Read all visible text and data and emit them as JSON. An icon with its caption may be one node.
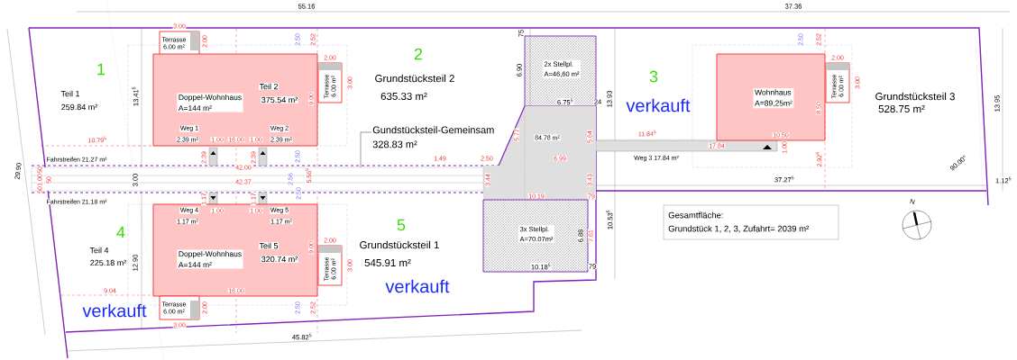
{
  "diagram": {
    "nodes": [
      {
        "text": [
          "Terrasse",
          "6.00 m²"
        ]
      },
      {
        "text": [
          "Doppel-Wohnhaus",
          "A=144 m²"
        ]
      },
      {
        "text": [
          "Terrasse",
          "6.00 m²"
        ]
      },
      {
        "text": [
          "Doppel-Wohnhaus",
          "A=144 m²"
        ]
      },
      {
        "text": [
          "Terrasse",
          "6.00 m²"
        ]
      },
      {
        "text": [
          "Terrasse",
          "6.00 m²"
        ]
      },
      {
        "text": [
          "2x Stellpl.",
          "A=46,60 m²"
        ]
      },
      {
        "text": [
          "84.78 m²"
        ]
      },
      {
        "text": [
          "3x Stellpl.",
          "A=70.07m²"
        ]
      },
      {
        "text": [
          "Wohnhaus",
          "A=89,25m²"
        ]
      },
      {
        "text": [
          "Terrasse",
          "6.00 m²"
        ]
      },
      {
        "text": [
          "Gundstücksteil-Gemeinsam",
          "328.83 m²"
        ]
      },
      {
        "text": [],
        "shape": "bar"
      },
      {
        "text": [
          "Gesamtfläche:",
          "Grundstück 1, 2, 3, Zufahrt= 2039 m²"
        ]
      }
    ],
    "edges": [
      {
        "from": 11,
        "to": 12,
        "arrow": "none"
      }
    ],
    "labels": [
      "55.16",
      "37.36",
      "3.00",
      "2.00",
      "2.50",
      "2.52",
      "75",
      "2.50",
      "2.52",
      "1",
      "2",
      "2.00",
      "2.00",
      "Teil 1",
      "259.84 m²",
      "13.41$^{5}$",
      "Teil 2",
      "375.54 m²",
      "9.00",
      "3.00",
      "Grundstücksteil 2",
      "635.33 m²",
      "6.90",
      "6.75$^{5}$",
      "24",
      "13.93",
      "3",
      "verkauft",
      "3.00",
      "8.50",
      "Grundstücksteil 3",
      "528.75 m²",
      "13.95",
      "Weg 1",
      "Weg 2",
      "10.79$^{5}$",
      "2.39 m²",
      "1.00",
      "16.00",
      "1.00",
      "2.39 m²",
      "5.77",
      "5.64",
      "11.84$^{5}$",
      "10.50",
      "Fahrstreifen 21.27 m²",
      "1.49",
      "2.50",
      "6.99",
      "17.84",
      "1.00",
      "Weg 3 17.84 m²",
      "2.39",
      "2.39",
      "2.50",
      "2.92$^{6}$",
      "90.00°",
      "42.00",
      "50",
      "1.00",
      "50",
      "50",
      "3.00",
      "42.37",
      "2.56",
      "5.56$^{5}$",
      "3.44",
      "3.43",
      "37.27$^{5}$",
      "1.12$^{5}$",
      "2.50",
      "10.19",
      "79",
      "Fahrstreifen 21.18 m²",
      "1.17",
      "1.17",
      "Weg 4",
      "1.00",
      "1.00",
      "Weg 5",
      "1.17 m²",
      "1.17 m²",
      "10.53$^{5}$",
      "N",
      "5",
      "4",
      "Teil 5",
      "320.74 m²",
      "9.00",
      "2.00",
      "Grundstücksteil 1",
      "545.91 m²",
      "3.00",
      "6.88",
      "7.61",
      "Teil 4",
      "225.18 m²",
      "12.90",
      "10.18$^{5}$",
      "79",
      "verkauft",
      "9.04",
      "16.00",
      "verkauft",
      "2.00",
      "2.50",
      "2.52",
      "3.00",
      "45.82$^{5}$",
      "29.90"
    ]
  }
}
